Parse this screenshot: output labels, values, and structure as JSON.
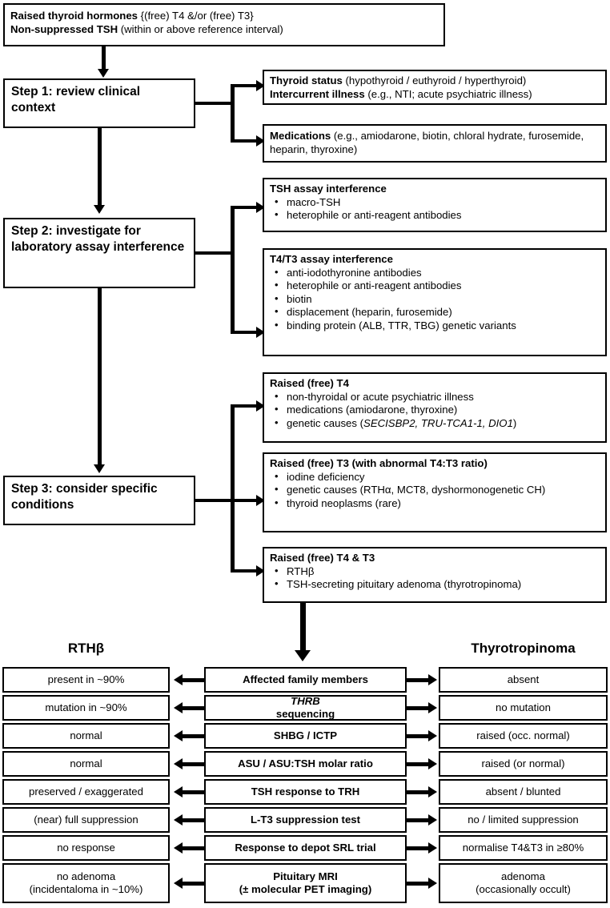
{
  "header_box": {
    "line1_bold": "Raised thyroid hormones",
    "line1_rest": " {(free) T4 &/or (free) T3}",
    "line2_bold": "Non-suppressed TSH",
    "line2_rest": " (within or above reference interval)"
  },
  "steps": [
    {
      "label": "Step 1: review clinical context"
    },
    {
      "label": "Step 2: investigate for laboratory assay interference"
    },
    {
      "label": "Step 3: consider specific conditions"
    }
  ],
  "step1_boxes": [
    {
      "lines": [
        {
          "bold": "Thyroid status",
          "rest": " (hypothyroid / euthyroid / hyperthyroid)"
        },
        {
          "bold": "Intercurrent illness",
          "rest": " (e.g., NTI; acute psychiatric illness)"
        }
      ]
    },
    {
      "lines": [
        {
          "bold": "Medications",
          "rest": " (e.g., amiodarone, biotin, chloral hydrate, furosemide, heparin, thyroxine)"
        }
      ]
    }
  ],
  "step2_boxes": [
    {
      "title": "TSH assay interference",
      "bullets": [
        "macro-TSH",
        "heterophile or anti-reagent antibodies"
      ]
    },
    {
      "title": "T4/T3 assay interference",
      "bullets": [
        "anti-iodothyronine antibodies",
        "heterophile or anti-reagent antibodies",
        "biotin",
        "displacement (heparin, furosemide)",
        "binding protein (ALB, TTR, TBG) genetic variants"
      ]
    }
  ],
  "step3_boxes": [
    {
      "title": "Raised (free) T4",
      "bullets": [
        {
          "text": "non-thyroidal or acute psychiatric illness"
        },
        {
          "text": "medications (amiodarone, thyroxine)"
        },
        {
          "pre": "genetic causes (",
          "italic": "SECISBP2, TRU-TCA1-1, DIO1",
          "post": ")"
        }
      ]
    },
    {
      "title": "Raised (free) T3 (with abnormal T4:T3 ratio)",
      "bullets": [
        {
          "text": "iodine deficiency"
        },
        {
          "text": "genetic causes (RTHα, MCT8, dyshormonogenetic CH)"
        },
        {
          "text": "thyroid neoplasms (rare)"
        }
      ]
    },
    {
      "title": "Raised (free) T4 & T3",
      "bullets": [
        {
          "text": "RTHβ"
        },
        {
          "text": "TSH-secreting pituitary adenoma (thyrotropinoma)"
        }
      ]
    }
  ],
  "comparison": {
    "left_header": "RTHβ",
    "right_header": "Thyrotropinoma",
    "rows": [
      {
        "left": "present in ~90%",
        "middle": "Affected family members",
        "middle_italic_prefix": "",
        "right": "absent"
      },
      {
        "left": "mutation in ~90%",
        "middle": " sequencing",
        "middle_italic_prefix": "THRB",
        "right": "no mutation"
      },
      {
        "left": "normal",
        "middle": "SHBG / ICTP",
        "middle_italic_prefix": "",
        "right": "raised (occ. normal)"
      },
      {
        "left": "normal",
        "middle": "ASU / ASU:TSH molar ratio",
        "middle_italic_prefix": "",
        "right": "raised (or normal)"
      },
      {
        "left": "preserved / exaggerated",
        "middle": "TSH response to TRH",
        "middle_italic_prefix": "",
        "right": "absent / blunted"
      },
      {
        "left": "(near) full suppression",
        "middle": "L-T3 suppression test",
        "middle_italic_prefix": "",
        "right": "no / limited suppression"
      },
      {
        "left": "no response",
        "middle": "Response to depot SRL trial",
        "middle_italic_prefix": "",
        "right": "normalise T4&T3 in ≥80%"
      },
      {
        "left": "no adenoma\n(incidentaloma in ~10%)",
        "middle": "Pituitary MRI\n(± molecular PET imaging)",
        "middle_italic_prefix": "",
        "right": "adenoma\n(occasionally occult)"
      }
    ]
  },
  "colors": {
    "ink": "#000000",
    "paper": "#ffffff"
  }
}
